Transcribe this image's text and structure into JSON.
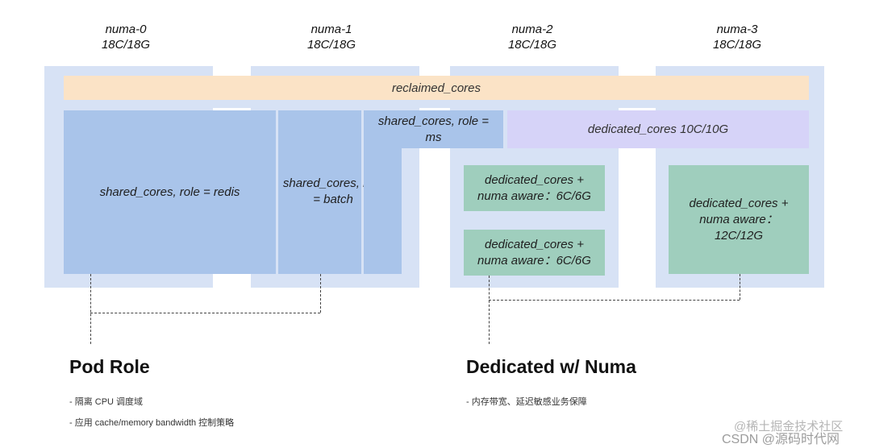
{
  "numa_nodes": [
    {
      "name": "numa-0",
      "capacity": "18C/18G"
    },
    {
      "name": "numa-1",
      "capacity": "18C/18G"
    },
    {
      "name": "numa-2",
      "capacity": "18C/18G"
    },
    {
      "name": "numa-3",
      "capacity": "18C/18G"
    }
  ],
  "blocks": {
    "reclaimed": "reclaimed_cores",
    "shared_redis": "shared_cores, role = redis",
    "shared_batch_line1": "shared_cores, role",
    "shared_batch_line2": "= batch",
    "shared_ms_line1": "shared_cores, role =",
    "shared_ms_line2": "ms",
    "dedicated_top": "dedicated_cores 10C/10G",
    "dedicated_numa1_line1": "dedicated_cores +",
    "dedicated_numa1_line2": "numa aware：6C/6G",
    "dedicated_numa2_line1": "dedicated_cores +",
    "dedicated_numa2_line2": "numa aware：6C/6G",
    "dedicated_numa3_line1": "dedicated_cores +",
    "dedicated_numa3_line2": "numa aware：",
    "dedicated_numa3_line3": "12C/12G"
  },
  "sections": {
    "pod_role": {
      "title": "Pod Role",
      "bullets": [
        "- 隔离 CPU 调度域",
        "- 应用 cache/memory bandwidth 控制策略"
      ]
    },
    "dedicated_numa": {
      "title": "Dedicated w/ Numa",
      "bullets": [
        "- 内存带宽、延迟敏感业务保障"
      ]
    }
  },
  "watermarks": [
    "@稀土掘金技术社区",
    "CSDN @源码时代网"
  ],
  "colors": {
    "numa_bg": "#d7e2f5",
    "reclaimed": "#fbe3c6",
    "shared": "#a9c4ea",
    "dedicated": "#d6d3f8",
    "dedicated_numa": "#9fcebd"
  }
}
